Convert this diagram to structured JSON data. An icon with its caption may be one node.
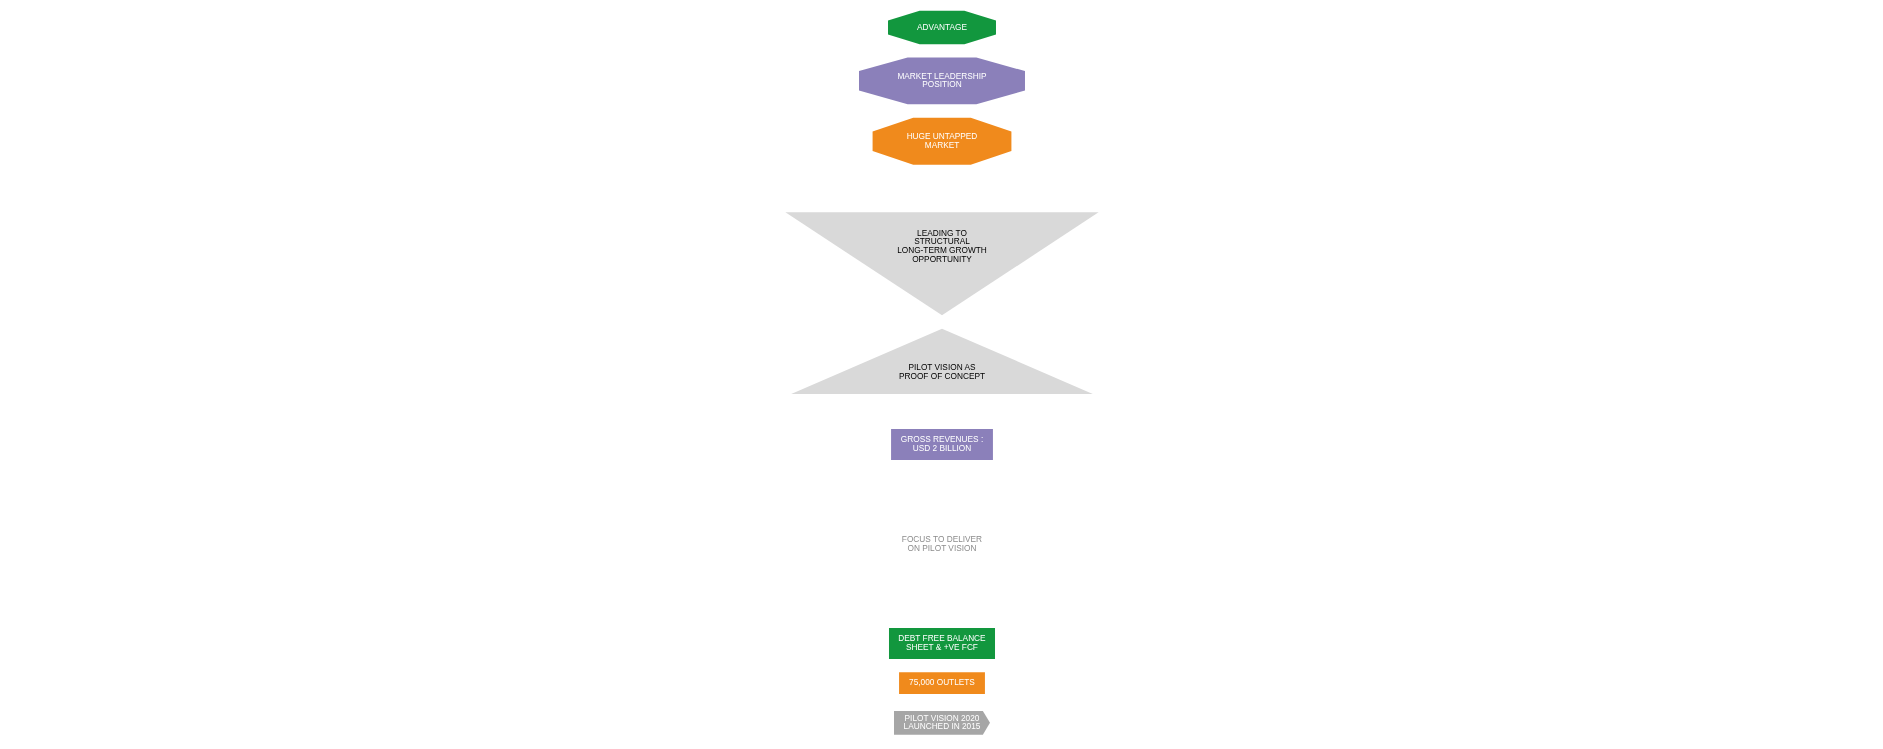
{
  "diagram": {
    "nodes": [
      {
        "text": [
          "PILOT VISION 2020 LAUNCHED IN 2015"
        ]
      },
      {
        "text": [
          "75,000 OUTLETS"
        ]
      },
      {
        "text": [
          "DEBT FREE BALANCE SHEET & +VE FCF"
        ]
      },
      {
        "text": [
          "FOCUS TO DELIVER ON PILOT VISION"
        ]
      },
      {
        "text": [
          "GROSS REVENUES : USD 2 BILLION"
        ]
      },
      {
        "text": [
          "PILOT VISION AS PROOF OF CONCEPT"
        ]
      },
      {
        "text": [
          "LEADING TO STRUCTURAL LONG-TERM GROWTH OPPORTUNITY"
        ]
      },
      {
        "text": [
          "HUGE UNTAPPED MARKET"
        ]
      },
      {
        "text": [
          "MARKET LEADERSHIP POSITION"
        ]
      },
      {
        "text": [
          "ADVANTAGE"
        ]
      }
    ],
    "edges": []
  }
}
